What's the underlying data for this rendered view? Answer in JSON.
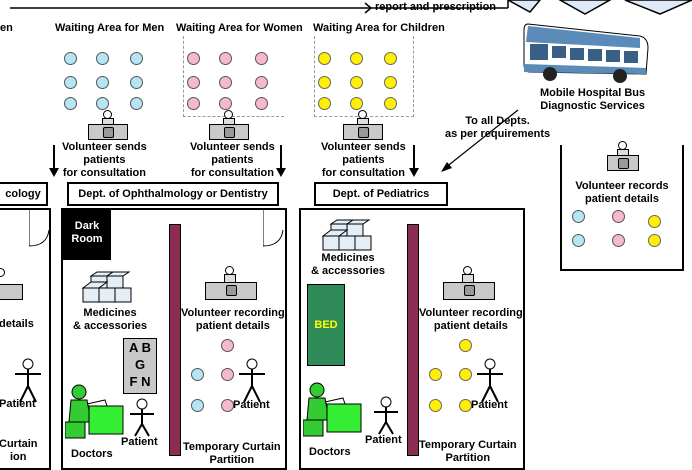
{
  "top": {
    "report_label": "report and prescription",
    "partial_left": "en"
  },
  "waiting": {
    "men": "Waiting Area for Men",
    "women": "Waiting Area for Women",
    "children": "Waiting Area for Children"
  },
  "volunteer_sends": [
    "Volunteer sends",
    "patients",
    "for consultation"
  ],
  "bus": {
    "line1": "Mobile Hospital Bus",
    "line2": "Diagnostic Services"
  },
  "to_all_depts": [
    "To all Depts.",
    "as per requirements"
  ],
  "volunteer_records": [
    "Volunteer records",
    "patient details"
  ],
  "depts": {
    "left_partial": "cology",
    "ophthalmology": "Dept. of Ophthalmology or Dentistry",
    "pediatrics": "Dept. of Pediatrics"
  },
  "room_labels": {
    "dark_room": [
      "Dark",
      "Room"
    ],
    "medicines": [
      "Medicines",
      "& accessories"
    ],
    "volunteer_recording": [
      "Volunteer recording",
      "patient details"
    ],
    "patient": "Patient",
    "doctors": "Doctors",
    "curtain": [
      "Temporary Curtain",
      "Partition"
    ],
    "bed": "BED",
    "eye_chart": [
      "A B",
      "G",
      "F N"
    ],
    "left_details": "details",
    "left_patient": "Patient",
    "left_curtain": [
      "Curtain",
      "ion"
    ]
  },
  "colors": {
    "men": "#b5e4f4",
    "women": "#f4b8d0",
    "children": "#ffef00",
    "curtain": "#8b2d52",
    "bed": "#2e8b57",
    "doctor": "#33cc33"
  }
}
